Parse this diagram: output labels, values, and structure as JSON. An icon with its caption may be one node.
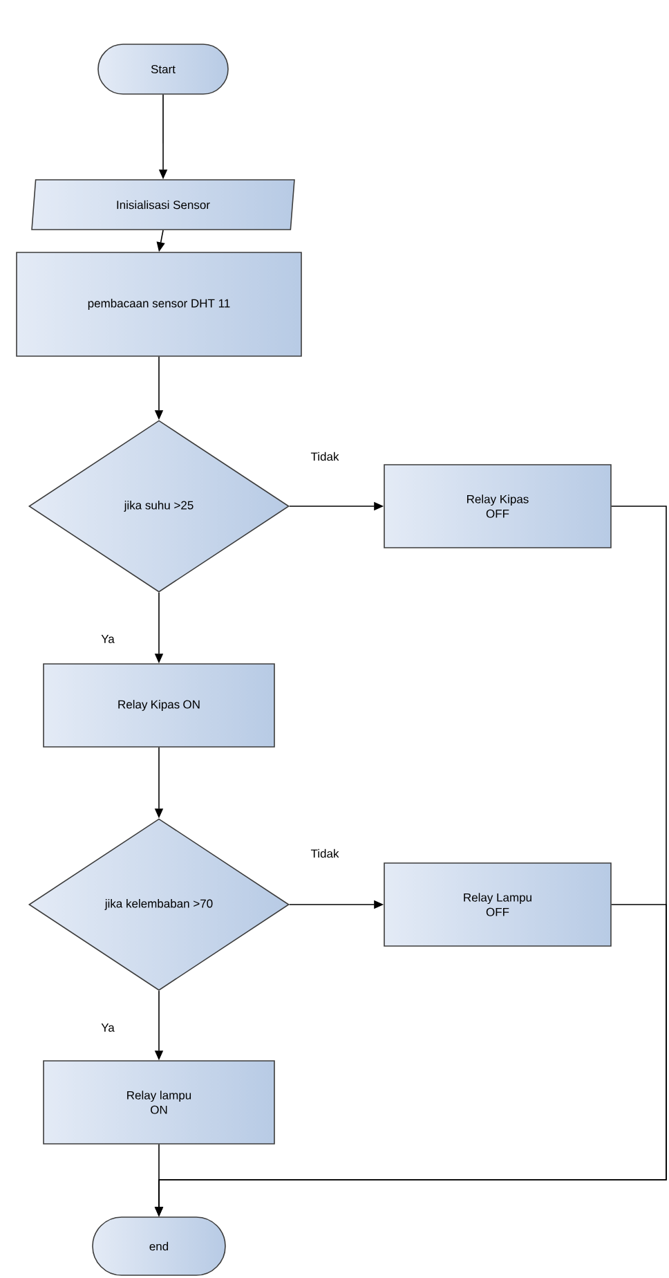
{
  "diagram": {
    "nodes": [
      {
        "text": [
          "Start"
        ]
      },
      {
        "text": [
          "Inisialisasi Sensor"
        ]
      },
      {
        "text": [
          "pembacaan sensor DHT 11"
        ]
      },
      {
        "text": [
          "jika suhu >25"
        ]
      },
      {
        "text": [
          "Relay Kipas OFF"
        ]
      },
      {
        "text": [
          "Relay Kipas ON"
        ]
      },
      {
        "text": [
          "jika kelembaban >70"
        ]
      },
      {
        "text": [
          "Relay Lampu OFF"
        ]
      },
      {
        "text": [
          "Relay lampu ON"
        ]
      },
      {
        "text": [
          "end"
        ]
      }
    ],
    "edges": [
      {
        "from": 0,
        "to": 1,
        "arrow": "to"
      },
      {
        "from": 1,
        "to": 2,
        "arrow": "to"
      },
      {
        "from": 2,
        "to": 3,
        "arrow": "to"
      },
      {
        "from": 3,
        "to": 4,
        "arrow": "to",
        "label": "Tidak"
      },
      {
        "from": 3,
        "to": 5,
        "arrow": "to",
        "label": "Ya"
      },
      {
        "from": 5,
        "to": 6,
        "arrow": "to"
      },
      {
        "from": 6,
        "to": 7,
        "arrow": "to",
        "label": "Tidak"
      },
      {
        "from": 6,
        "to": 8,
        "arrow": "to",
        "label": "Ya"
      },
      {
        "from": 8,
        "to": 9,
        "arrow": "to"
      },
      {
        "from": 4,
        "to": 9,
        "arrow": "to"
      },
      {
        "from": 7,
        "to": 9,
        "arrow": "to"
      }
    ]
  }
}
